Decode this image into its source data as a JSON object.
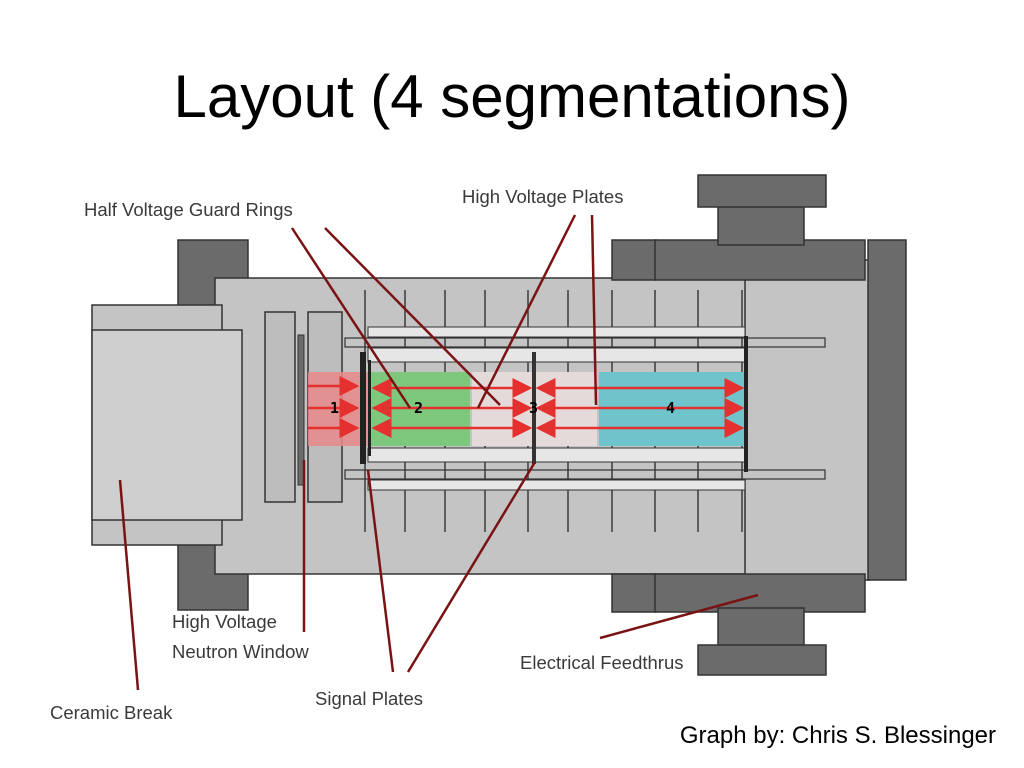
{
  "title": "Layout (4 segmentations)",
  "credit": "Graph by: Chris S. Blessinger",
  "callouts": {
    "half_voltage_guard_rings": "Half Voltage Guard Rings",
    "high_voltage_plates": "High Voltage Plates",
    "high_voltage_line1": "High Voltage",
    "high_voltage_line2": "Neutron Window",
    "ceramic_break": "Ceramic Break",
    "signal_plates": "Signal Plates",
    "electrical_feedthrus": "Electrical Feedthrus"
  },
  "segments": [
    {
      "label": "1",
      "color": "#e88a8a"
    },
    {
      "label": "2",
      "color": "#7ec87e"
    },
    {
      "label": "3",
      "color": "#e4dada"
    },
    {
      "label": "4",
      "color": "#6fc4cc"
    }
  ],
  "colors": {
    "body_gray": "#c0c0c0",
    "dark_gray": "#6b6b6b",
    "leader_line": "#7a1414",
    "arrow_red": "#e53030"
  }
}
